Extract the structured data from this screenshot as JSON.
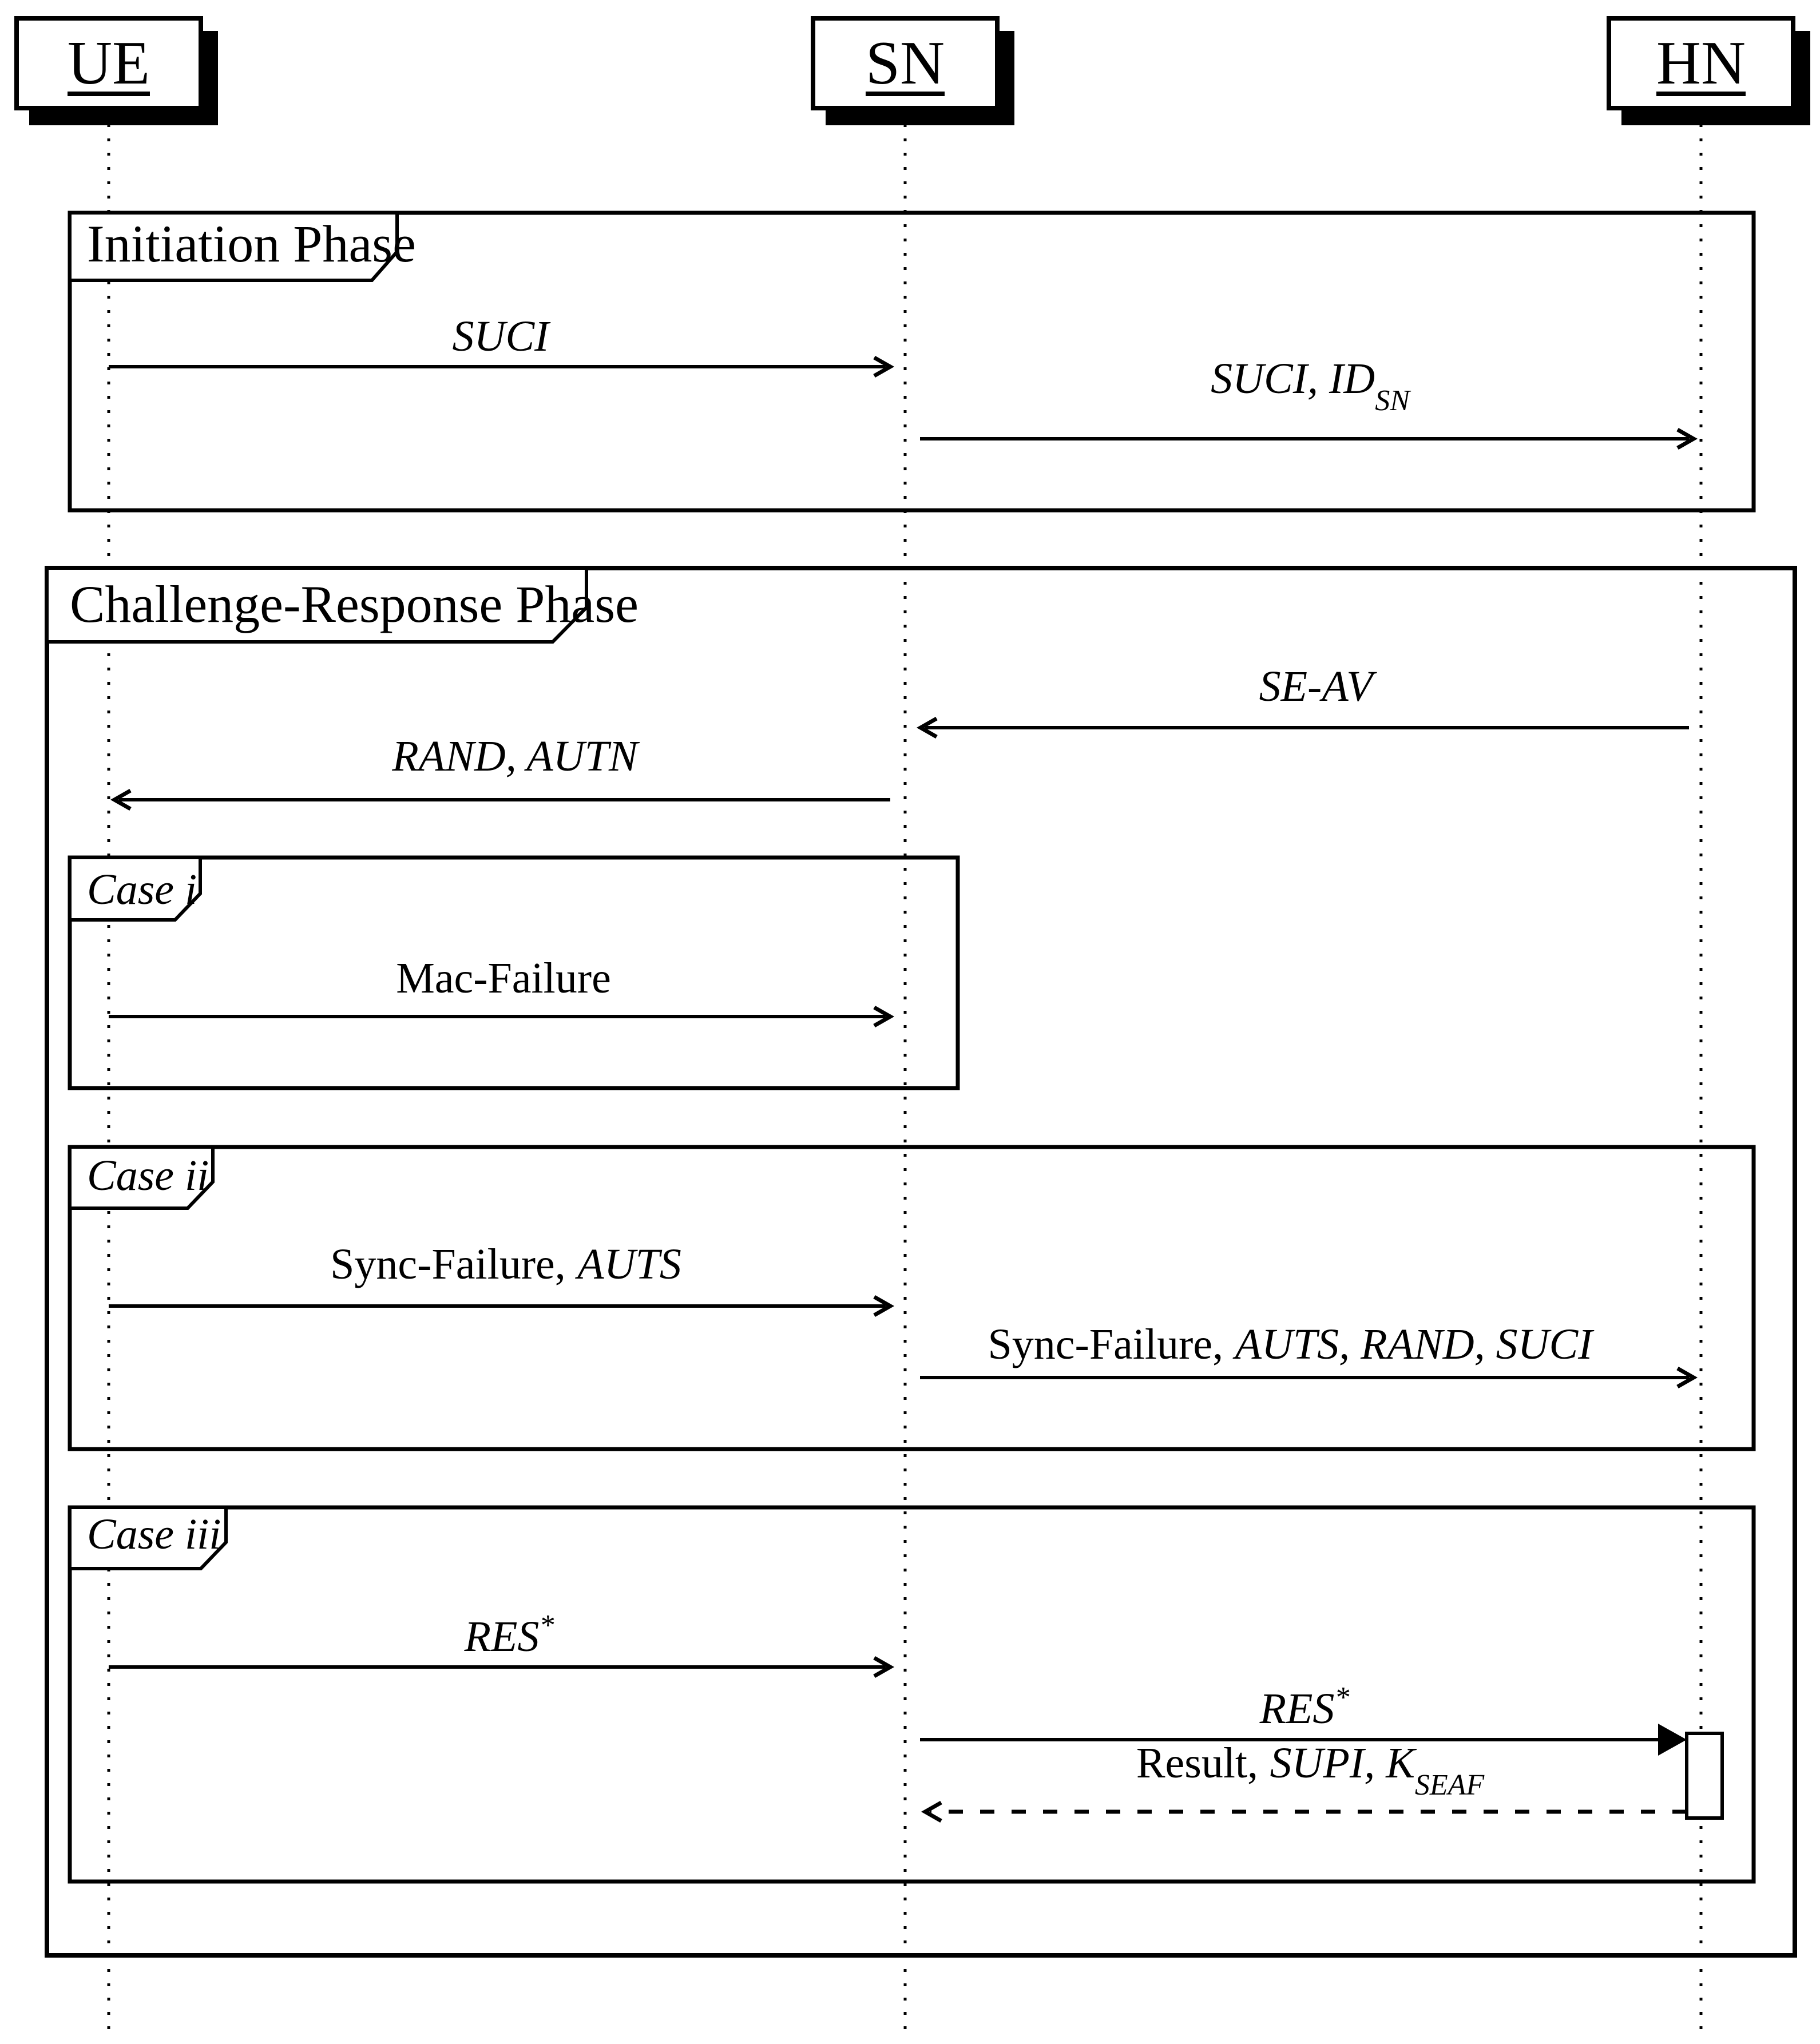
{
  "colors": {
    "ink": "#000000",
    "background": "#ffffff"
  },
  "actors": [
    {
      "label": "UE"
    },
    {
      "label": "SN"
    },
    {
      "label": "HN"
    }
  ],
  "frames": {
    "initiation": {
      "label": "Initiation Phase"
    },
    "challenge_response": {
      "label": "Challenge-Response Phase"
    },
    "case_i": {
      "label": "Case i"
    },
    "case_ii": {
      "label": "Case ii"
    },
    "case_iii": {
      "label": "Case iii"
    }
  },
  "messages": {
    "suci": {
      "italic": "SUCI"
    },
    "suci_idsn": {
      "italic": "SUCI, ID",
      "sub": "SN"
    },
    "se_av": {
      "italic": "SE-AV"
    },
    "rand_autn": {
      "italic": "RAND, AUTN"
    },
    "mac_failure": {
      "roman": "Mac-Failure"
    },
    "sync_failure_auts": {
      "roman": "Sync-Failure,",
      "italic": "AUTS"
    },
    "sync_failure_auts_rand_suci": {
      "roman": "Sync-Failure,",
      "italic": "AUTS, RAND, SUCI"
    },
    "res_star_to_sn": {
      "italic": "RES",
      "sup": "*"
    },
    "res_star_to_hn": {
      "italic": "RES",
      "sup": "*"
    },
    "result_supi_kseaf": {
      "roman": "Result,",
      "italic": "SUPI, K",
      "sub": "SEAF"
    }
  }
}
